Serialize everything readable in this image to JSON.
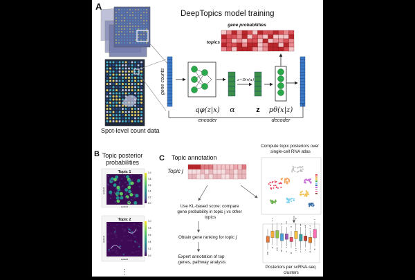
{
  "panel_a": {
    "letter": "A",
    "title": "DeepTopics model training",
    "gene_probabilities": "gene probabilities",
    "topics": "topics",
    "gene_counts": "gene counts",
    "prior": "z~Dir(α)",
    "alpha": "α",
    "z": "z",
    "encoder_fn": "qφ(z|x)",
    "decoder_fn": "pθ(x|z)",
    "encoder": "encoder",
    "decoder": "decoder",
    "spot_caption": "Spot-level count data"
  },
  "panel_b": {
    "letter": "B",
    "title_line1": "Topic posterior",
    "title_line2": "probabilities",
    "topic1": "Topic 1",
    "topic2": "Topic 2",
    "axis_y": "spatial2",
    "axis_x": "spatial1",
    "colorbar_ticks": [
      "1.0",
      "0.8",
      "0.6",
      "0.4",
      "0.2",
      "0.0"
    ],
    "ellipsis": "⋮"
  },
  "panel_c": {
    "letter": "C",
    "title": "Topic annotation",
    "topic_j": "Topic j",
    "step1": [
      "Use KL-based score: compare",
      "gene probability in topic j vs other",
      "topics"
    ],
    "step2": "Obtain gene ranking for topic j",
    "step3": [
      "Expert annotation of top",
      "genes, pathway analysis"
    ],
    "umap_title": [
      "Compute topic posteriors over",
      "single-cell RNA atlas"
    ],
    "box_caption": [
      "Posteriors per scRNA-seq",
      "clusters"
    ]
  },
  "colors": {
    "input_blue": "#3a78c8",
    "node_green": "#2aa84a",
    "alpha_green": "#3c8f48",
    "heat_dark": "#b8262c",
    "heat_light": "#f2c6c8"
  }
}
